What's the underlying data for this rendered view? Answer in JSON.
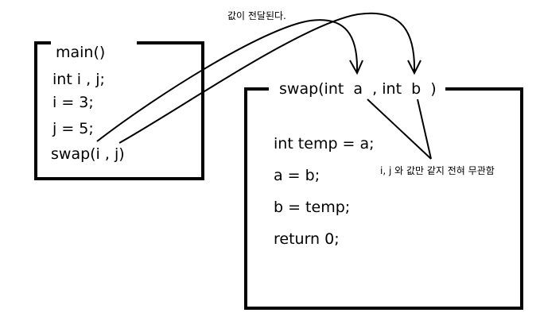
{
  "annotations": {
    "value_passed": "값이 전달된다.",
    "unrelated": "i, j 와 값만 같지 전혀 무관함"
  },
  "main_box": {
    "title": "main()",
    "lines": [
      "int i , j;",
      "i = 3;",
      "j = 5;",
      "swap(i , j)"
    ]
  },
  "swap_box": {
    "title_prefix": "swap(int",
    "param_a": "a",
    "title_middle": ", int",
    "param_b": "b",
    "title_suffix": ")",
    "lines": [
      "int temp = a;",
      "a = b;",
      "b = temp;",
      "return 0;"
    ]
  },
  "colors": {
    "ink": "#000000",
    "background": "#ffffff"
  }
}
